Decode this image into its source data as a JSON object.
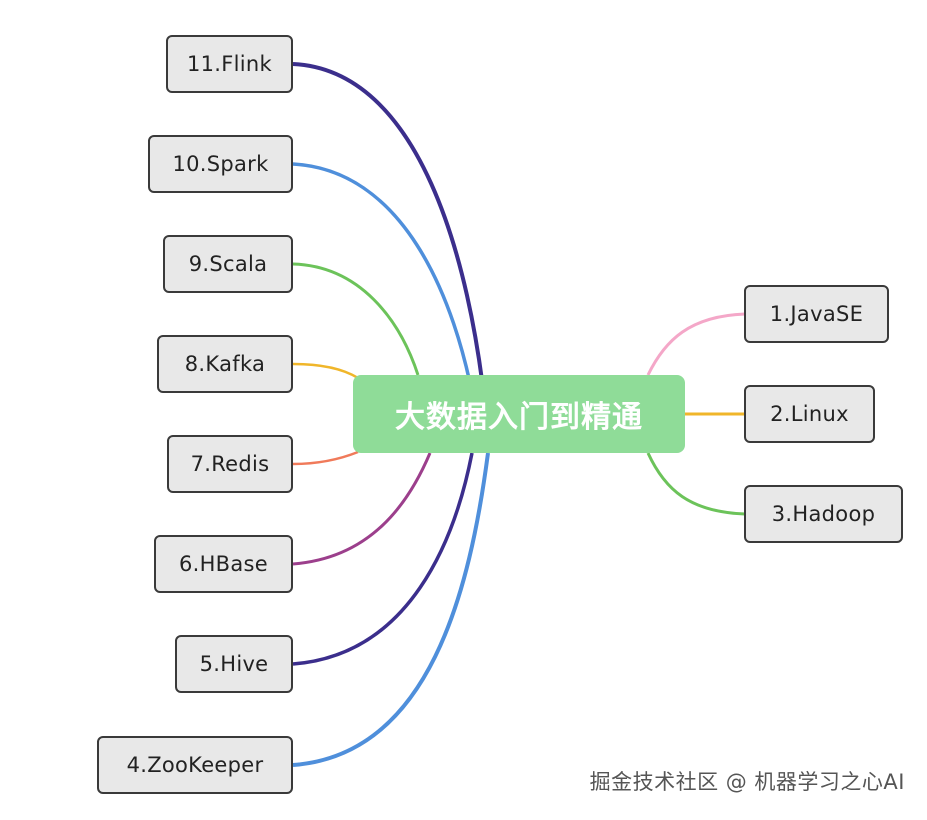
{
  "central_topic": "大数据入门到精通",
  "right_branches": [
    {
      "label": "1.JavaSE",
      "color": "#f4a7c8"
    },
    {
      "label": "2.Linux",
      "color": "#f0b62a"
    },
    {
      "label": "3.Hadoop",
      "color": "#6cc35a"
    }
  ],
  "left_branches": [
    {
      "label": "11.Flink",
      "color": "#3b2e8c"
    },
    {
      "label": "10.Spark",
      "color": "#4f8fdb"
    },
    {
      "label": "9.Scala",
      "color": "#6cc35a"
    },
    {
      "label": "8.Kafka",
      "color": "#f0b62a"
    },
    {
      "label": "7.Redis",
      "color": "#f07a5a"
    },
    {
      "label": "6.HBase",
      "color": "#9c3f8c"
    },
    {
      "label": "5.Hive",
      "color": "#3b2e8c"
    },
    {
      "label": "4.ZooKeeper",
      "color": "#4f8fdb"
    }
  ],
  "watermark": "掘金技术社区 @ 机器学习之心AI"
}
